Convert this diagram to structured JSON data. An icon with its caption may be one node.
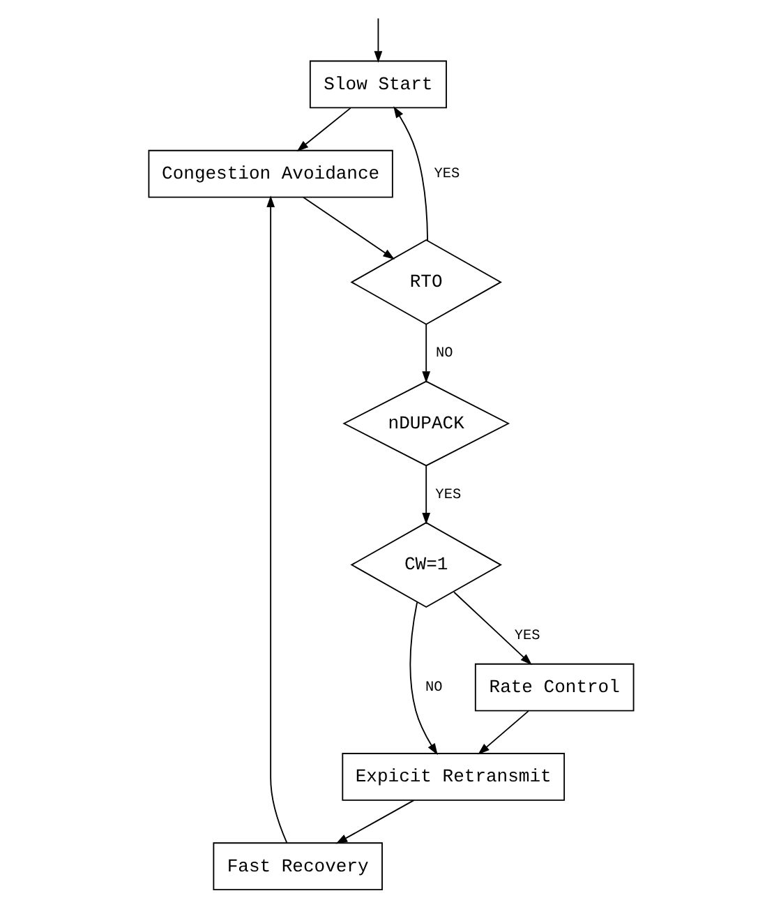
{
  "diagram": {
    "nodes": [
      {
        "text": [
          "Slow Start"
        ]
      },
      {
        "text": [
          "Fast Recovery"
        ]
      },
      {
        "text": [
          "Congestion Avoidance"
        ]
      },
      {
        "text": [
          "Expicit Retransmit"
        ]
      },
      {
        "text": [
          "RTO"
        ]
      },
      {
        "text": [
          "Rate Control"
        ]
      },
      {
        "text": [
          "nDUPACK"
        ]
      },
      {
        "text": [
          "CW=1"
        ]
      }
    ],
    "edges": [
      {
        "from": null,
        "to": 0,
        "arrow": "to"
      },
      {
        "from": 0,
        "to": 2,
        "arrow": "to"
      },
      {
        "from": 1,
        "to": 2,
        "arrow": "to"
      },
      {
        "from": 2,
        "to": 4,
        "arrow": "to"
      },
      {
        "from": 4,
        "to": 0,
        "label": "YES",
        "arrow": "to"
      },
      {
        "from": 4,
        "to": 6,
        "label": "NO",
        "arrow": "to"
      },
      {
        "from": 6,
        "to": 7,
        "label": "YES",
        "arrow": "to"
      },
      {
        "from": 7,
        "to": 5,
        "label": "YES",
        "arrow": "to"
      },
      {
        "from": 7,
        "to": 3,
        "label": "NO",
        "arrow": "to"
      },
      {
        "from": 5,
        "to": 3,
        "arrow": "to"
      },
      {
        "from": 3,
        "to": 1,
        "arrow": "to"
      }
    ]
  }
}
